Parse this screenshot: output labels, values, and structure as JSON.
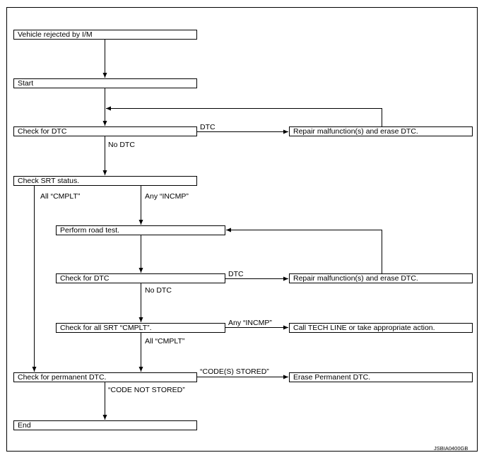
{
  "boxes": {
    "rejected": "Vehicle rejected by I/M",
    "start": "Start",
    "check_dtc_1": "Check for DTC",
    "repair_1": "Repair malfunction(s) and erase DTC.",
    "check_srt": "Check SRT status.",
    "road_test": "Perform road test.",
    "check_dtc_2": "Check for DTC",
    "repair_2": "Repair malfunction(s) and erase DTC.",
    "check_all_srt": "Check for all SRT “CMPLT”.",
    "call_tech": "Call TECH LINE or take appropriate action.",
    "check_perm": "Check for permanent DTC.",
    "erase_perm": "Erase Permanent DTC.",
    "end": "End"
  },
  "labels": {
    "dtc_1": "DTC",
    "no_dtc_1": "No DTC",
    "all_cmplt_1": "All “CMPLT”",
    "any_incmp_1": "Any “INCMP”",
    "dtc_2": "DTC",
    "no_dtc_2": "No DTC",
    "any_incmp_2": "Any “INCMP”",
    "all_cmplt_2": "All “CMPLT”",
    "codes_stored": "“CODE(S) STORED”",
    "code_not_stored": "“CODE NOT STORED”"
  },
  "figure_code": "JSBIA0400GB"
}
